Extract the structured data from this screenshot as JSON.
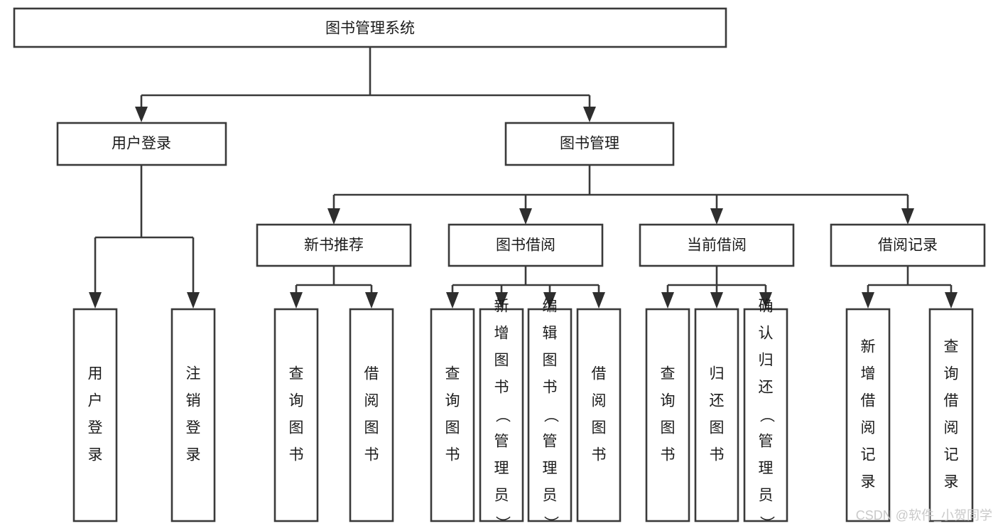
{
  "diagram": {
    "title": "图书管理系统",
    "type": "hierarchy-tree",
    "root": {
      "label": "图书管理系统"
    },
    "level1": [
      {
        "label": "用户登录"
      },
      {
        "label": "图书管理"
      }
    ],
    "level2": [
      {
        "label": "新书推荐"
      },
      {
        "label": "图书借阅"
      },
      {
        "label": "当前借阅"
      },
      {
        "label": "借阅记录"
      }
    ],
    "leaves": {
      "user_login": [
        {
          "label": "用户登录"
        },
        {
          "label": "注销登录"
        }
      ],
      "new_book_recommend": [
        {
          "label": "查询图书"
        },
        {
          "label": "借阅图书"
        }
      ],
      "book_borrow": [
        {
          "label": "查询图书"
        },
        {
          "label": "新增图书（管理员）"
        },
        {
          "label": "编辑图书（管理员）"
        },
        {
          "label": "借阅图书"
        }
      ],
      "current_borrow": [
        {
          "label": "查询图书"
        },
        {
          "label": "归还图书"
        },
        {
          "label": "确认归还（管理员）"
        }
      ],
      "borrow_record": [
        {
          "label": "新增借阅记录"
        },
        {
          "label": "查询借阅记录"
        }
      ]
    }
  },
  "watermark": {
    "text": "CSDN @软件_小贺同学"
  },
  "colors": {
    "box_stroke": "#3a3a3a",
    "connector": "#3a3a3a",
    "text": "#1b1b1b",
    "background": "#ffffff",
    "watermark": "#c9c9c9"
  }
}
